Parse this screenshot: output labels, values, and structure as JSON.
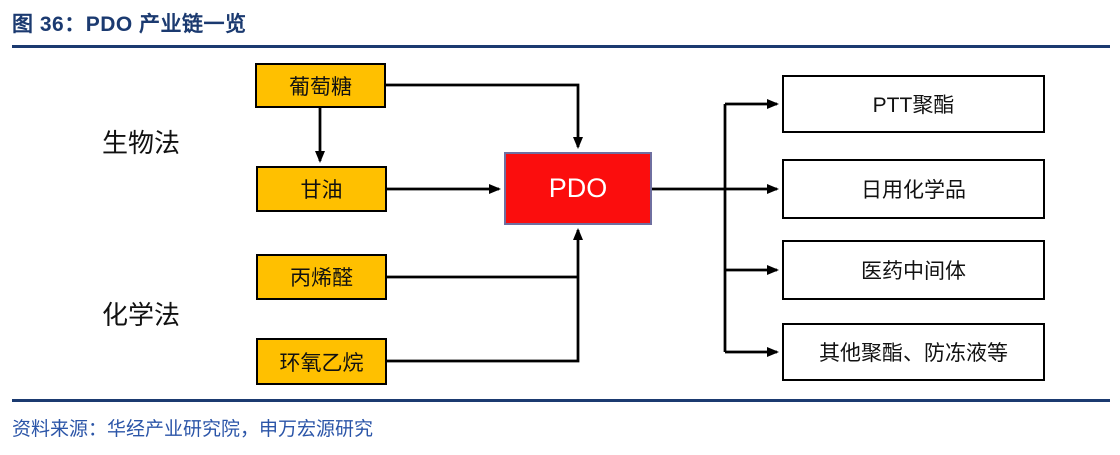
{
  "figure": {
    "title": "图 36：PDO 产业链一览",
    "source": "资料来源：华经产业研究院，申万宏源研究"
  },
  "colors": {
    "title_navy": "#1b3a70",
    "rule_navy": "#1b3a70",
    "source_blue": "#2b55a8",
    "feedstock_fill": "#ffc000",
    "feedstock_border": "#000000",
    "hub_fill": "#fb0d0d",
    "hub_border": "#6f6fa0",
    "application_border": "#000000",
    "arrow_color": "#000000"
  },
  "diagram": {
    "method_labels": [
      {
        "id": "biological",
        "label": "生物法"
      },
      {
        "id": "chemical",
        "label": "化学法"
      }
    ],
    "feedstocks": [
      {
        "id": "glucose",
        "label": "葡萄糖"
      },
      {
        "id": "glycerol",
        "label": "甘油"
      },
      {
        "id": "acrolein",
        "label": "丙烯醛"
      },
      {
        "id": "ethylene-oxide",
        "label": "环氧乙烷"
      }
    ],
    "hub": {
      "label": "PDO"
    },
    "applications": [
      {
        "id": "ptt-polyester",
        "label": "PTT聚酯"
      },
      {
        "id": "daily-chemicals",
        "label": "日用化学品"
      },
      {
        "id": "pharma-intermediates",
        "label": "医药中间体"
      },
      {
        "id": "other-polyester-antifreeze",
        "label": "其他聚酯、防冻液等"
      }
    ],
    "edges": [
      {
        "from": "葡萄糖",
        "to": "甘油"
      },
      {
        "from": "葡萄糖",
        "to": "PDO"
      },
      {
        "from": "甘油",
        "to": "PDO"
      },
      {
        "from": "丙烯醛",
        "to": "PDO"
      },
      {
        "from": "环氧乙烷",
        "to": "PDO"
      },
      {
        "from": "PDO",
        "to": "PTT聚酯"
      },
      {
        "from": "PDO",
        "to": "日用化学品"
      },
      {
        "from": "PDO",
        "to": "医药中间体"
      },
      {
        "from": "PDO",
        "to": "其他聚酯、防冻液等"
      }
    ]
  }
}
